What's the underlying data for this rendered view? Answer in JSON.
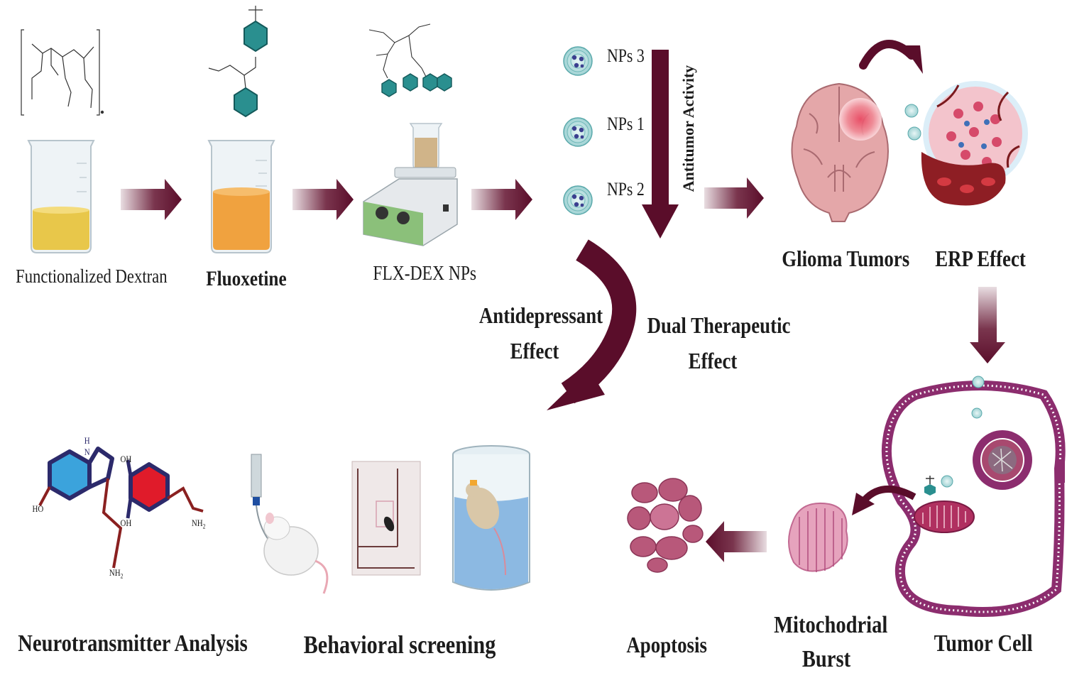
{
  "labels": {
    "functionalized_dextran": "Functionalized Dextran",
    "fluoxetine": "Fluoxetine",
    "flx_dex_nps": "FLX-DEX NPs",
    "nps3": "NPs 3",
    "nps1": "NPs 1",
    "nps2": "NPs 2",
    "antitumor_activity": "Antitumor Activity",
    "glioma_tumors": "Glioma Tumors",
    "erp_effect": "ERP Effect",
    "antidepressant_line1": "Antidepressant",
    "antidepressant_line2": "Effect",
    "dual_line1": "Dual Therapeutic",
    "dual_line2": "Effect",
    "neurotransmitter_analysis": "Neurotransmitter Analysis",
    "behavioral_screening": "Behavioral screening",
    "apoptosis": "Apoptosis",
    "mito_line1": "Mitochodrial",
    "mito_line2": "Burst",
    "tumor_cell": "Tumor Cell"
  },
  "chem_labels": {
    "oh_top": "OH",
    "oh_bottom": "OH",
    "nh2_right": "NH",
    "nh2_bottom": "NH",
    "ho": "HO",
    "h": "H",
    "n": "N",
    "sub2": "2"
  },
  "colors": {
    "arrow": "#6b1f3a",
    "arrow_dark": "#5a0d2a",
    "beaker_yellow": "#e8c74a",
    "beaker_orange": "#f0a23f",
    "teal": "#2e9b9b",
    "membrane": "#8c2d6e",
    "apoptosis_pink": "#b8587a",
    "brain": "#e4a7a9",
    "indole_blue": "#3ba3dc",
    "catechol_red": "#e01b2a",
    "ring_outline": "#2c2a6b",
    "chain_red": "#8a2020"
  },
  "icons": [
    "beaker-icon",
    "hotplate-stirrer-icon",
    "nanoparticle-icon",
    "brain-icon",
    "tumor-icon",
    "rat-icon",
    "maze-icon",
    "water-tank-icon",
    "cell-icon",
    "mitochondria-icon",
    "apoptotic-cell-icon",
    "molecule-icon"
  ]
}
